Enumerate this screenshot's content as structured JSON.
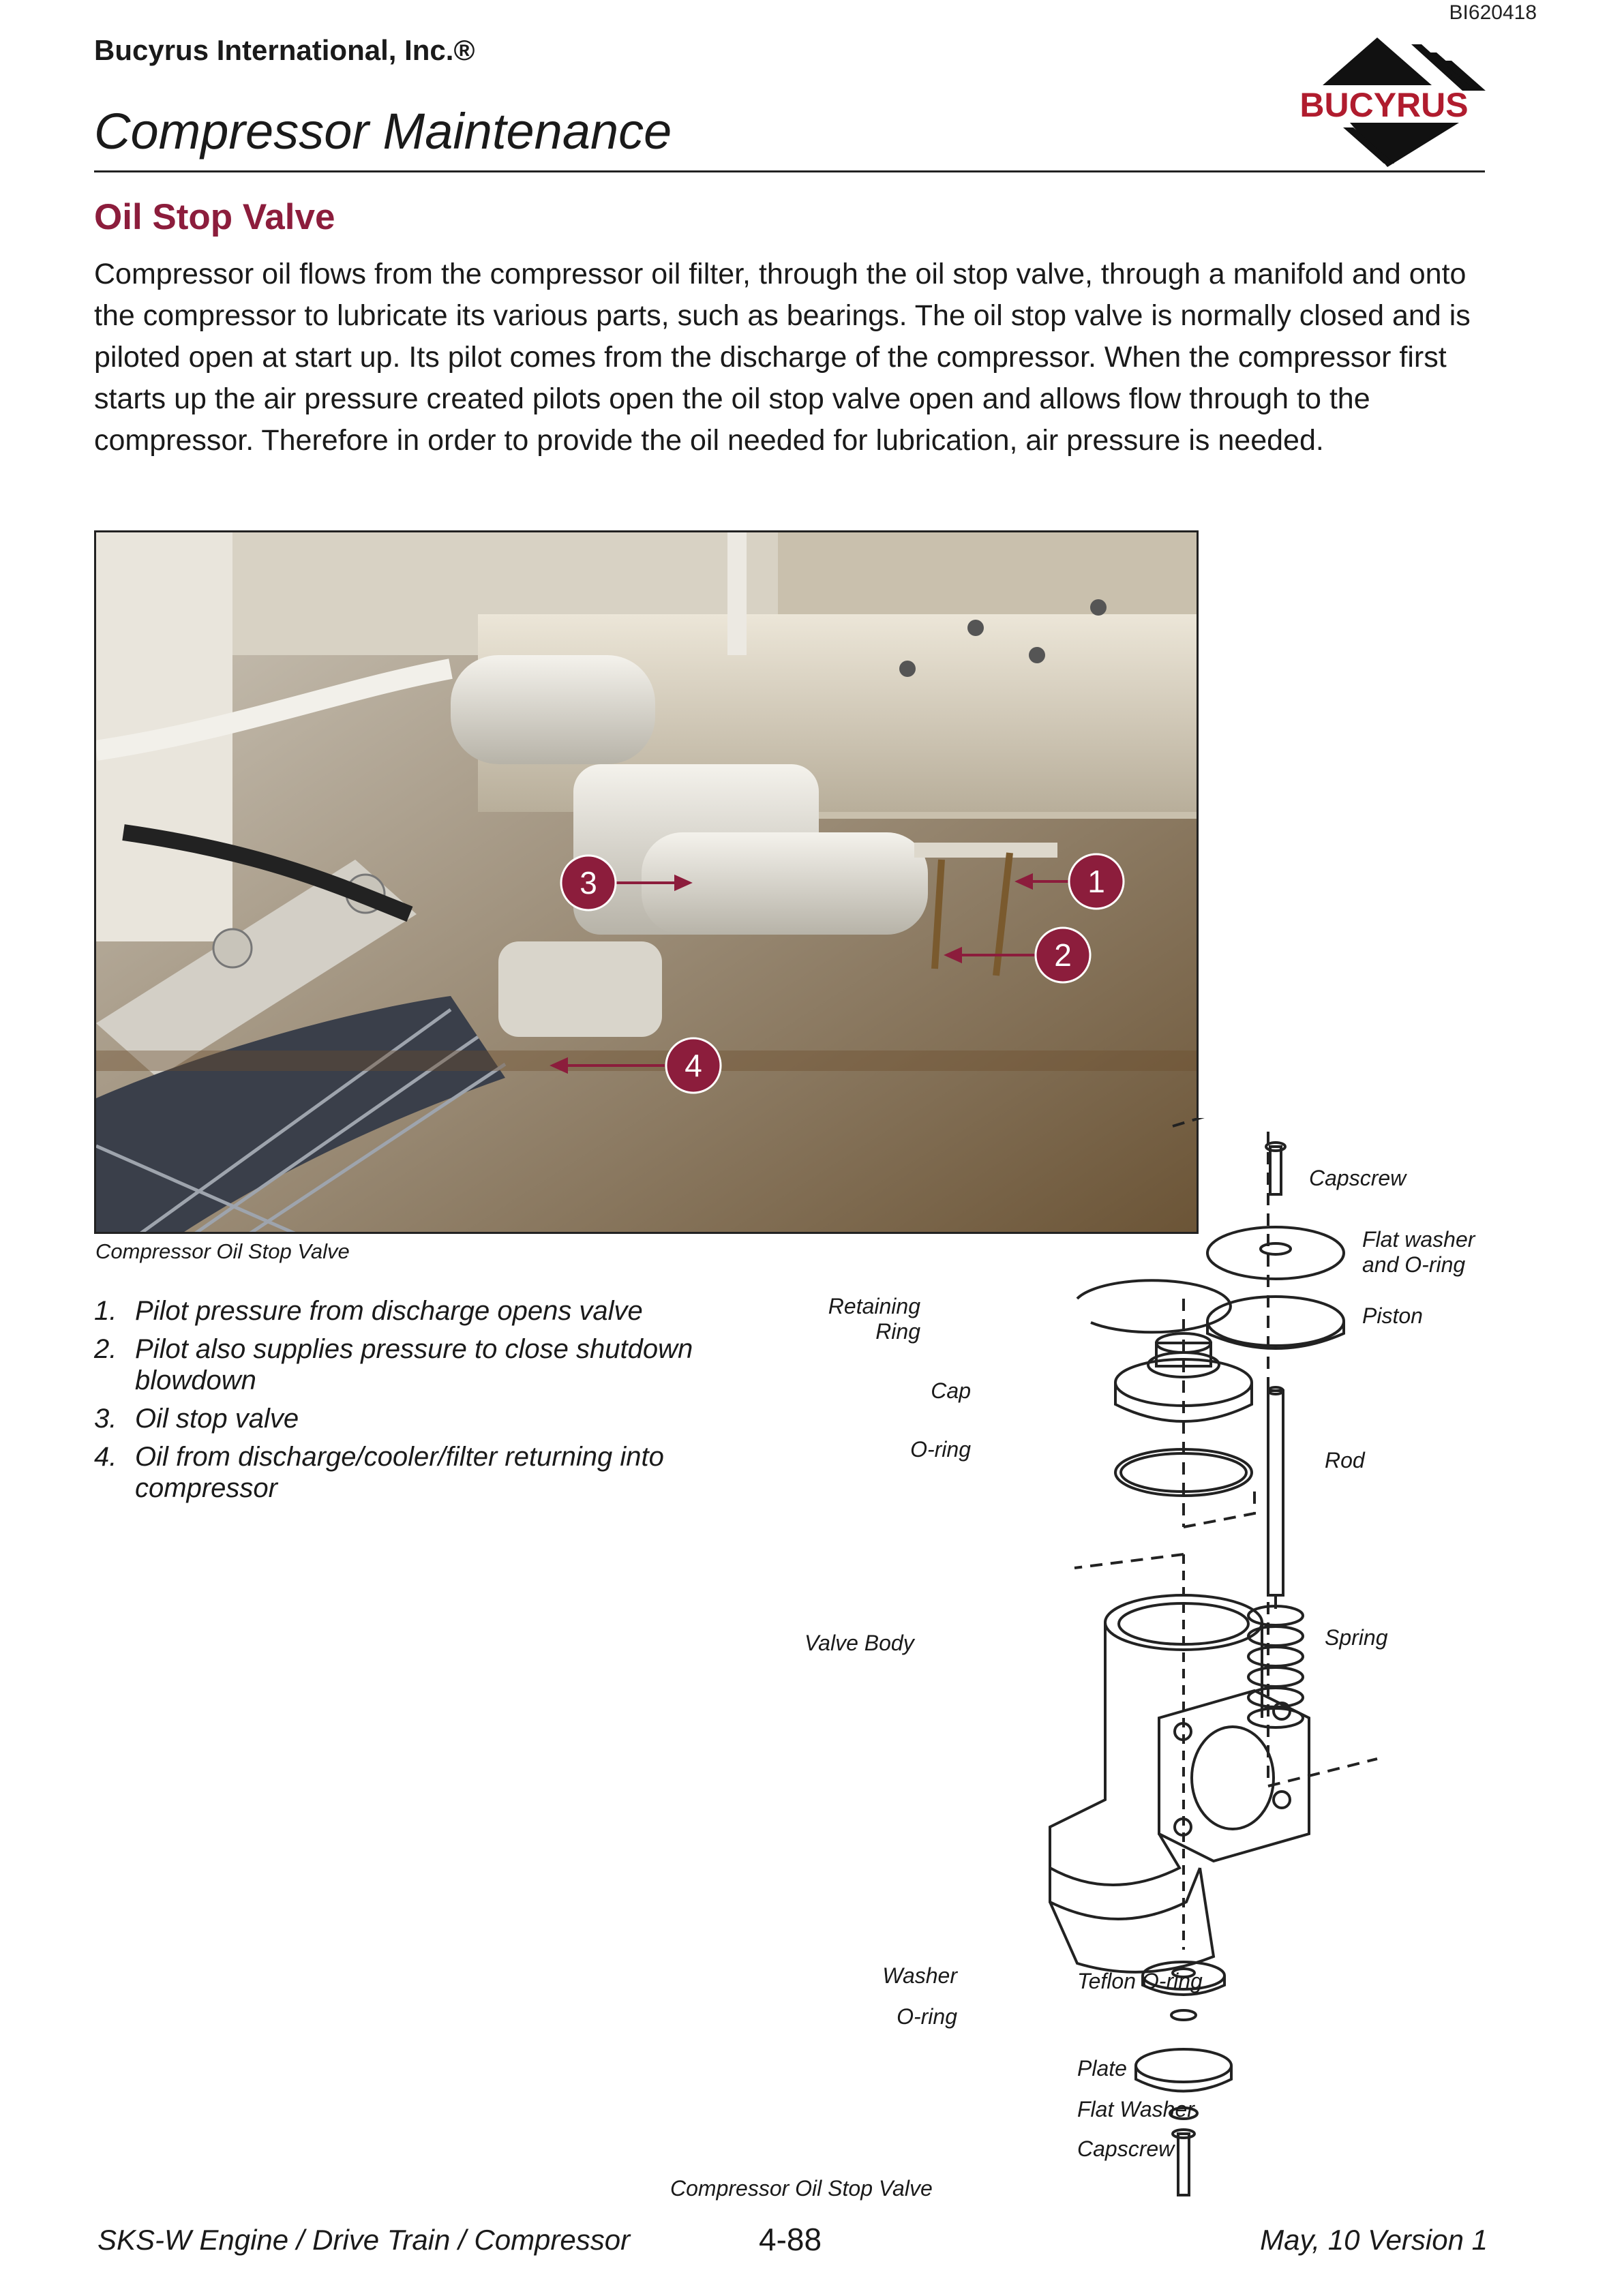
{
  "header": {
    "doc_id": "BI620418",
    "company": "Bucyrus International, Inc.®",
    "chapter_title": "Compressor Maintenance",
    "logo_text": "BUCYRUS"
  },
  "section": {
    "title": "Oil Stop Valve",
    "body": "Compressor oil flows from the compressor oil filter, through the oil stop valve, through a manifold and onto the compressor to lubricate its various parts, such as bearings. The oil stop valve is normally closed and is piloted open at start up. Its pilot comes from the discharge of the compressor. When the compressor first starts up the air pressure created pilots open the oil stop valve open and allows flow through to the compressor. Therefore in order to provide the oil needed for lubrication, air pressure is needed."
  },
  "photo": {
    "caption": "Compressor Oil Stop Valve",
    "markers": [
      "1",
      "2",
      "3",
      "4"
    ]
  },
  "callouts": [
    {
      "num": "1.",
      "text": "Pilot pressure from discharge opens valve"
    },
    {
      "num": "2.",
      "text": "Pilot also supplies pressure to close shutdown blowdown"
    },
    {
      "num": "3.",
      "text": "Oil stop valve"
    },
    {
      "num": "4.",
      "text": "Oil from discharge/cooler/filter returning into compressor"
    }
  ],
  "diagram": {
    "caption": "Compressor Oil Stop Valve",
    "labels": {
      "capscrew_top": "Capscrew",
      "flat_washer_oring": "Flat washer and O-ring",
      "piston": "Piston",
      "rod": "Rod",
      "spring": "Spring",
      "retaining_ring": "Retaining Ring",
      "cap": "Cap",
      "oring_top": "O-ring",
      "valve_body": "Valve Body",
      "washer": "Washer",
      "oring_bottom": "O-ring",
      "teflon_oring": "Teflon O-ring",
      "plate": "Plate",
      "flat_washer": "Flat Washer",
      "capscrew_bottom": "Capscrew"
    }
  },
  "footer": {
    "left": "SKS-W Engine / Drive Train / Compressor",
    "page": "4-88",
    "right": "May, 10 Version 1"
  },
  "colors": {
    "accent": "#8c1d3c",
    "text": "#1a1a1a"
  }
}
